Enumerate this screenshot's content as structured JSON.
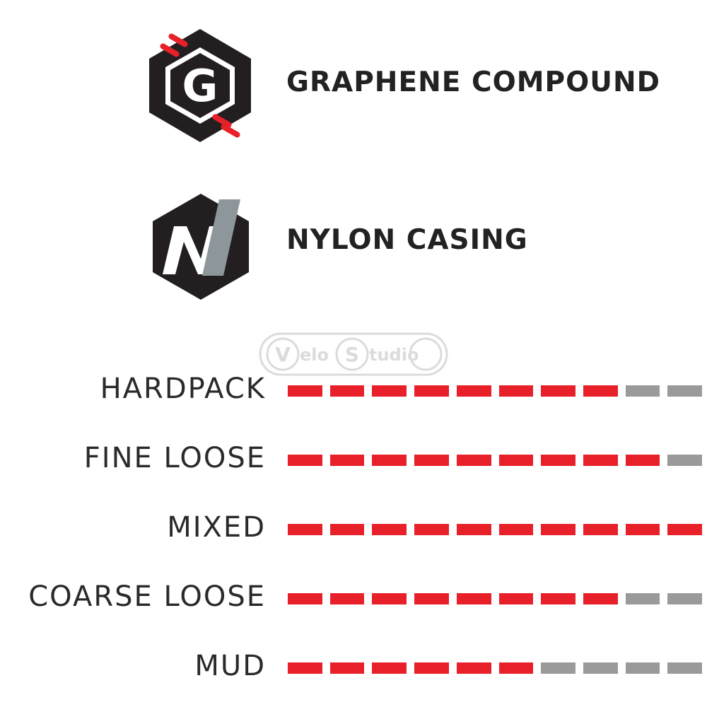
{
  "features": [
    {
      "icon": "graphene-g-hexagon-icon",
      "letter": "G",
      "label": "GRAPHENE COMPOUND",
      "colors": {
        "hex": "#231f20",
        "accent": "#e8202a",
        "letter": "#ffffff"
      }
    },
    {
      "icon": "nylon-n-hexagon-icon",
      "letter": "N",
      "label": "NYLON CASING",
      "colors": {
        "hex": "#231f20",
        "letter": "#ffffff",
        "slash": "#8d979b"
      }
    }
  ],
  "watermark": {
    "brand_a": "V",
    "text_a": "elo",
    "brand_b": "S",
    "text_b": "tudio"
  },
  "ratings_scale_max": 10,
  "ratings": [
    {
      "label": "HARDPACK",
      "value": 8
    },
    {
      "label": "FINE LOOSE",
      "value": 9
    },
    {
      "label": "MIXED",
      "value": 10
    },
    {
      "label": "COARSE LOOSE",
      "value": 8
    },
    {
      "label": "MUD",
      "value": 6
    }
  ],
  "colors": {
    "filled_segment": "#e8202a",
    "empty_segment": "#9a9a9a",
    "text": "#222222"
  }
}
